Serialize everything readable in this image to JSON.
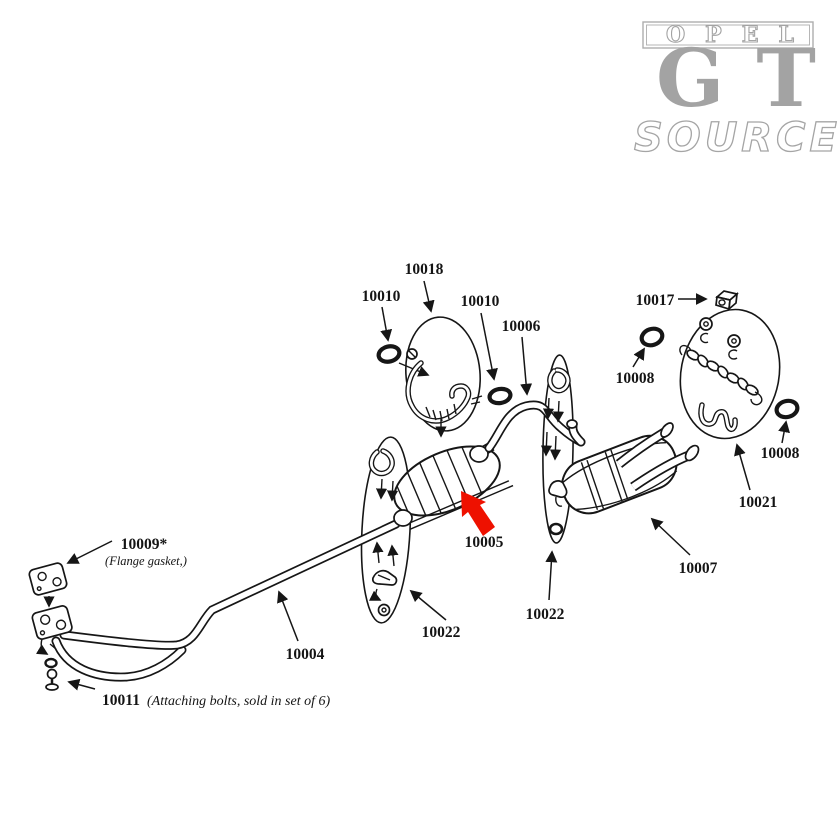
{
  "logo": {
    "opel": "OPEL",
    "gt": "GT",
    "source": "SOURCE"
  },
  "colors": {
    "line": "#161616",
    "logo_gray": "#a3a3a3",
    "highlight_red": "#ee1100"
  },
  "diagram": {
    "labels": {
      "p10018": "10018",
      "p10010_left": "10010",
      "p10010_right": "10010",
      "p10006": "10006",
      "p10017": "10017",
      "p10008_left": "10008",
      "p10008_right": "10008",
      "p10021": "10021",
      "p10007": "10007",
      "p10005": "10005",
      "p10022_left": "10022",
      "p10022_right": "10022",
      "p10009": "10009*",
      "p10009_note": "(Flange gasket,)",
      "p10004": "10004",
      "p10011": "10011",
      "p10011_note": "(Attaching bolts, sold in set of 6)"
    }
  }
}
